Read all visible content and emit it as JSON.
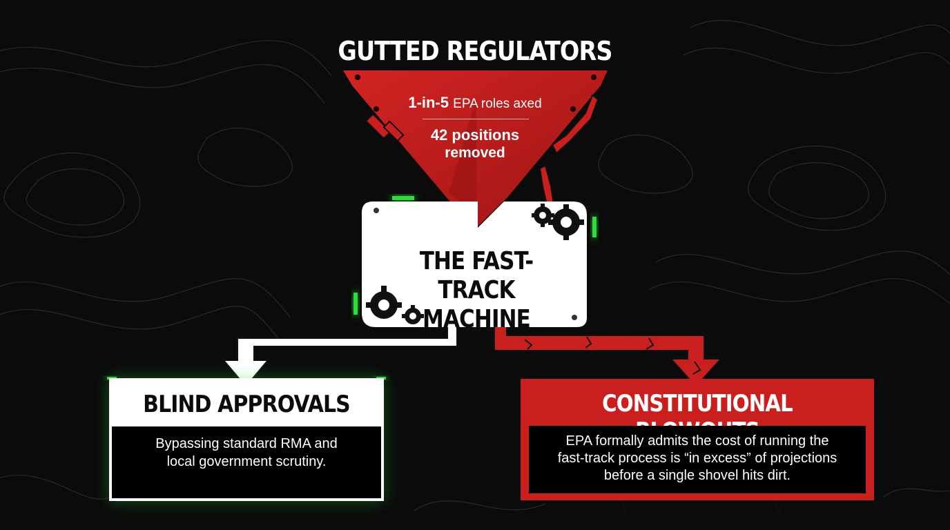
{
  "diagram": {
    "title": "GUTTED REGULATORS",
    "funnel": {
      "stat1_big": "1-in-5",
      "stat1_small": "EPA roles axed",
      "stat2_line1": "42 positions",
      "stat2_line2": "removed"
    },
    "machine": {
      "line1": "THE FAST-TRACK",
      "line2": "MACHINE"
    },
    "left_box": {
      "heading": "BLIND APPROVALS",
      "line1": "Bypassing standard RMA and",
      "line2": "local government scrutiny."
    },
    "right_box": {
      "heading": "CONSTITUTIONAL BLOWOUTS",
      "line1": "EPA formally admits the cost of running the",
      "line2": "fast-track process is “in excess” of projections",
      "line3": "before a single shovel hits dirt."
    }
  },
  "colors": {
    "background": "#0b0b0b",
    "accent_red": "#c9201f",
    "accent_green": "#2fdc3c",
    "white": "#ffffff"
  },
  "icons": [
    "gear-icon",
    "bolt-icon"
  ]
}
